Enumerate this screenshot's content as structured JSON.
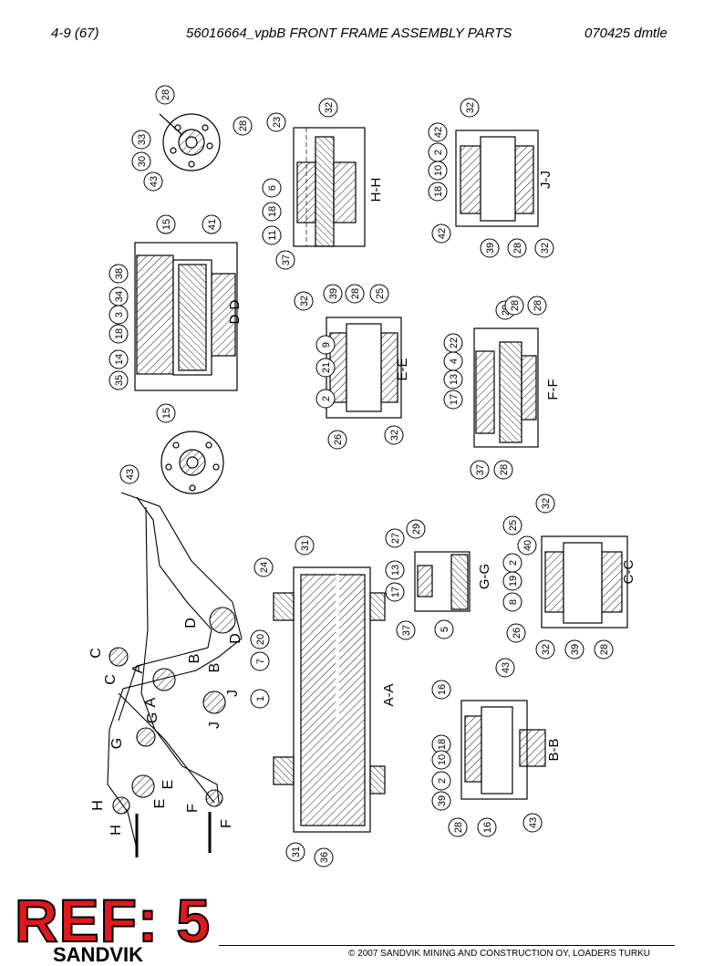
{
  "header": {
    "page_ref": "4-9 (67)",
    "title": "56016664_vpbB FRONT FRAME ASSEMBLY PARTS",
    "doc_code": "070425 dmtle"
  },
  "stamp": {
    "text": "REF: 5",
    "color": "#e0191f"
  },
  "footer": {
    "brand": "SANDVIK",
    "copyright": "© 2007 SANDVIK MINING AND CONSTRUCTION OY, LOADERS TURKU"
  },
  "section_labels": [
    "H-H",
    "J-J",
    "D-D",
    "E-E",
    "F-F",
    "A-A",
    "G-G",
    "C-C",
    "B-B"
  ],
  "overview_markers": [
    "A",
    "B",
    "C",
    "D",
    "E",
    "F",
    "G",
    "H",
    "J"
  ],
  "callouts": {
    "disc_top": [
      "28",
      "33",
      "30",
      "43",
      "28"
    ],
    "hh": [
      "23",
      "32",
      "6",
      "18",
      "11",
      "37"
    ],
    "jj": [
      "32",
      "42",
      "2",
      "10",
      "18",
      "42",
      "39",
      "28",
      "32"
    ],
    "dd": [
      "15",
      "41",
      "38",
      "34",
      "3",
      "18",
      "14",
      "35",
      "15"
    ],
    "ee": [
      "32",
      "39",
      "28",
      "25",
      "9",
      "21",
      "2",
      "26",
      "32"
    ],
    "ff": [
      "29",
      "28",
      "28",
      "22",
      "4",
      "13",
      "17",
      "37",
      "28"
    ],
    "disc_bottom": [
      "43"
    ],
    "aa": [
      "31",
      "24",
      "20",
      "7",
      "1",
      "31",
      "36"
    ],
    "gg": [
      "27",
      "29",
      "13",
      "17",
      "37",
      "5"
    ],
    "cc": [
      "32",
      "25",
      "40",
      "2",
      "19",
      "8",
      "26",
      "32",
      "39",
      "28"
    ],
    "bb": [
      "16",
      "43",
      "18",
      "10",
      "2",
      "39",
      "28",
      "16",
      "43"
    ]
  }
}
